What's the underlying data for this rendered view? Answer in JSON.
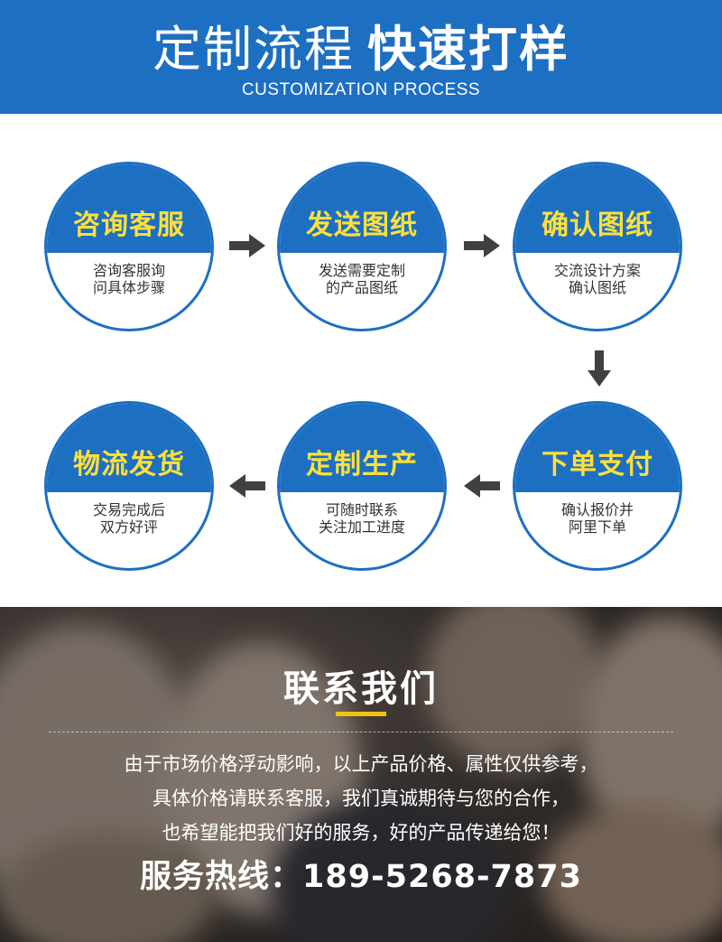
{
  "header": {
    "title_light": "定制流程",
    "title_bold": "快速打样",
    "subtitle": "CUSTOMIZATION PROCESS"
  },
  "steps": [
    {
      "title": "咨询客服",
      "desc_line1": "咨询客服询",
      "desc_line2": "问具体步骤"
    },
    {
      "title": "发送图纸",
      "desc_line1": "发送需要定制",
      "desc_line2": "的产品图纸"
    },
    {
      "title": "确认图纸",
      "desc_line1": "交流设计方案",
      "desc_line2": "确认图纸"
    },
    {
      "title": "下单支付",
      "desc_line1": "确认报价并",
      "desc_line2": "阿里下单"
    },
    {
      "title": "定制生产",
      "desc_line1": "可随时联系",
      "desc_line2": "关注加工进度"
    },
    {
      "title": "物流发货",
      "desc_line1": "交易完成后",
      "desc_line2": "双方好评"
    }
  ],
  "contact": {
    "title": "联系我们",
    "line1": "由于市场价格浮动影响，以上产品价格、属性仅供参考，",
    "line2": "具体价格请联系客服，我们真诚期待与您的合作，",
    "line3": "也希望能把我们好的服务，好的产品传递给您！",
    "hotline_label": "服务热线：",
    "hotline_number": "189-5268-7873"
  },
  "colors": {
    "brand_blue": "#1d6fc2",
    "title_yellow": "#ffe03a",
    "accent_yellow": "#f3c20e",
    "arrow_gray": "#404040"
  },
  "icons": [
    "arrow-right-icon",
    "arrow-down-icon",
    "arrow-left-icon"
  ]
}
